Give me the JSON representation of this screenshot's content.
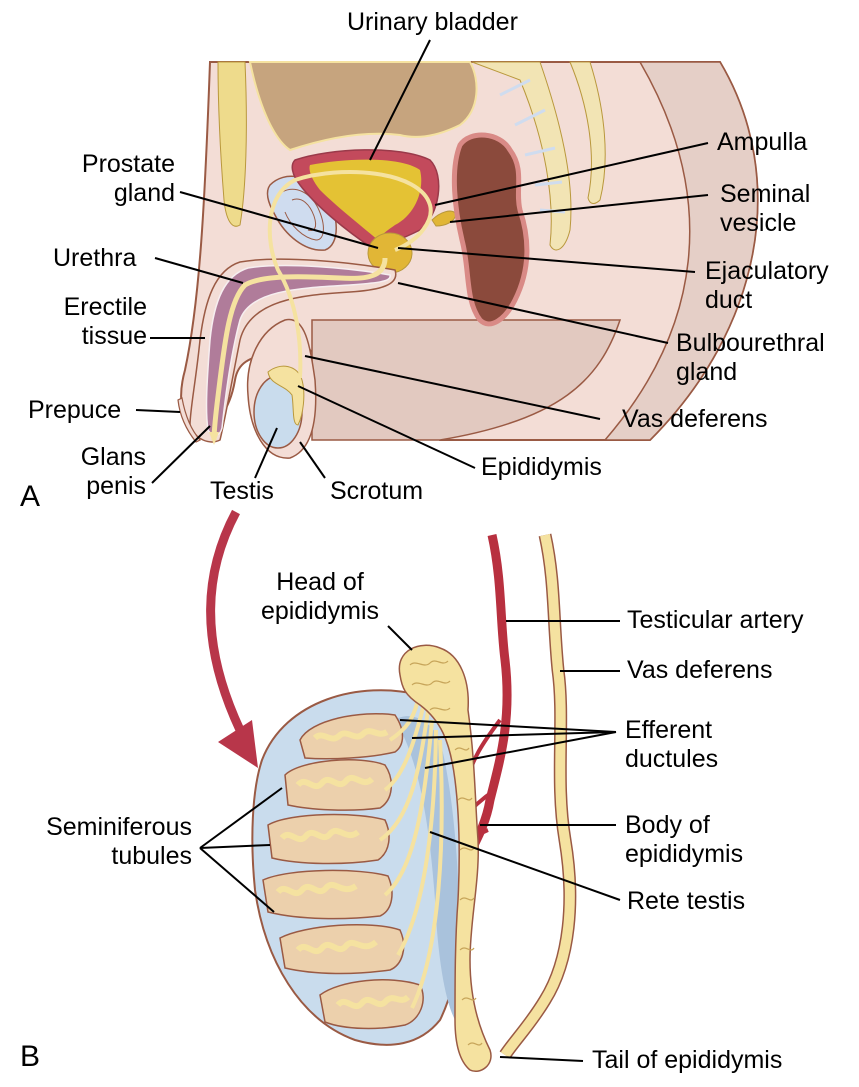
{
  "figure": {
    "panel_a": {
      "letter": "A",
      "labels": {
        "urinary_bladder": "Urinary bladder",
        "prostate_gland": [
          "Prostate",
          "gland"
        ],
        "urethra": "Urethra",
        "erectile_tissue": [
          "Erectile",
          "tissue"
        ],
        "prepuce": "Prepuce",
        "glans_penis": [
          "Glans",
          "penis"
        ],
        "testis": "Testis",
        "scrotum": "Scrotum",
        "ampulla": "Ampulla",
        "seminal_vesicle": [
          "Seminal",
          "vesicle"
        ],
        "ejaculatory_duct": [
          "Ejaculatory",
          "duct"
        ],
        "bulbourethral_gland": [
          "Bulbourethral",
          "gland"
        ],
        "vas_deferens": "Vas deferens",
        "epididymis": "Epididymis"
      }
    },
    "panel_b": {
      "letter": "B",
      "labels": {
        "head_of_epididymis": [
          "Head of",
          "epididymis"
        ],
        "seminiferous_tubules": [
          "Seminiferous",
          "tubules"
        ],
        "testicular_artery": "Testicular artery",
        "vas_deferens": "Vas deferens",
        "efferent_ductules": [
          "Efferent",
          "ductules"
        ],
        "body_of_epididymis": [
          "Body of",
          "epididymis"
        ],
        "rete_testis": "Rete testis",
        "tail_of_epididymis": "Tail of epididymis"
      }
    }
  },
  "colors": {
    "skin": "#f3ddd6",
    "skin_dark": "#e5cfc7",
    "outline": "#9a5a44",
    "cavity": "#c6a47e",
    "bladder_wall": "#c34a5c",
    "urine": "#e4c234",
    "duct_yellow": "#f5e2a0",
    "erectile": "#b07c9a",
    "testis_blue": "#c9dced",
    "lobule": "#ecd0ac",
    "artery": "#b8303f",
    "rectum": "#8b4a3c",
    "bone": "#f2e4b4",
    "arrow_red": "#b8364a"
  }
}
